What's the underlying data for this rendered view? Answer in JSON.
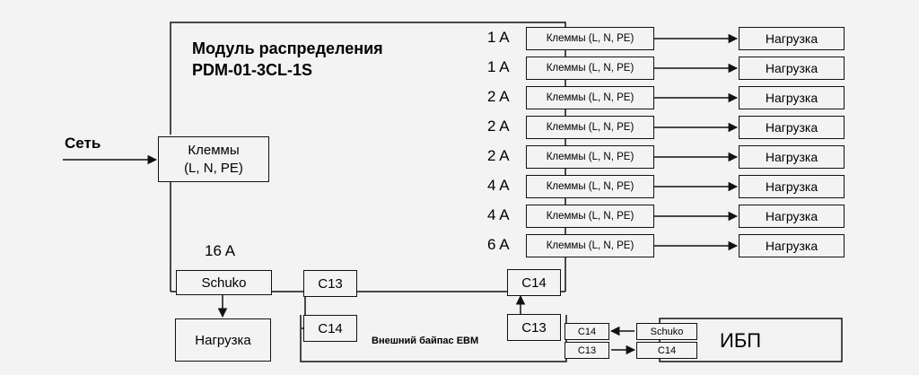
{
  "module": {
    "title_line1": "Модуль распределения",
    "title_line2": "PDM-01-3CL-1S"
  },
  "input": {
    "net_label": "Сеть",
    "terminal_line1": "Клеммы",
    "terminal_line2": "(L, N, PE)"
  },
  "outputs": [
    {
      "rating": "1 A",
      "terminal": "Клеммы (L, N, PE)",
      "load": "Нагрузка"
    },
    {
      "rating": "1 A",
      "terminal": "Клеммы (L, N, PE)",
      "load": "Нагрузка"
    },
    {
      "rating": "2 A",
      "terminal": "Клеммы (L, N, PE)",
      "load": "Нагрузка"
    },
    {
      "rating": "2 A",
      "terminal": "Клеммы (L, N, PE)",
      "load": "Нагрузка"
    },
    {
      "rating": "2 A",
      "terminal": "Клеммы (L, N, PE)",
      "load": "Нагрузка"
    },
    {
      "rating": "4 A",
      "terminal": "Клеммы (L, N, PE)",
      "load": "Нагрузка"
    },
    {
      "rating": "4 A",
      "terminal": "Клеммы (L, N, PE)",
      "load": "Нагрузка"
    },
    {
      "rating": "6 A",
      "terminal": "Клеммы (L, N, PE)",
      "load": "Нагрузка"
    }
  ],
  "schuko_out": {
    "rating": "16 A",
    "label": "Schuko",
    "load": "Нагрузка"
  },
  "connectors": {
    "c13_module": "C13",
    "c14_module": "C14",
    "c14_bypass": "C14",
    "c13_bypass": "C13"
  },
  "bypass": {
    "label": "Внешний байпас EBM",
    "c14_out": "C14",
    "c13_out": "C13"
  },
  "ups": {
    "label": "ИБП",
    "schuko": "Schuko",
    "c14": "C14"
  }
}
